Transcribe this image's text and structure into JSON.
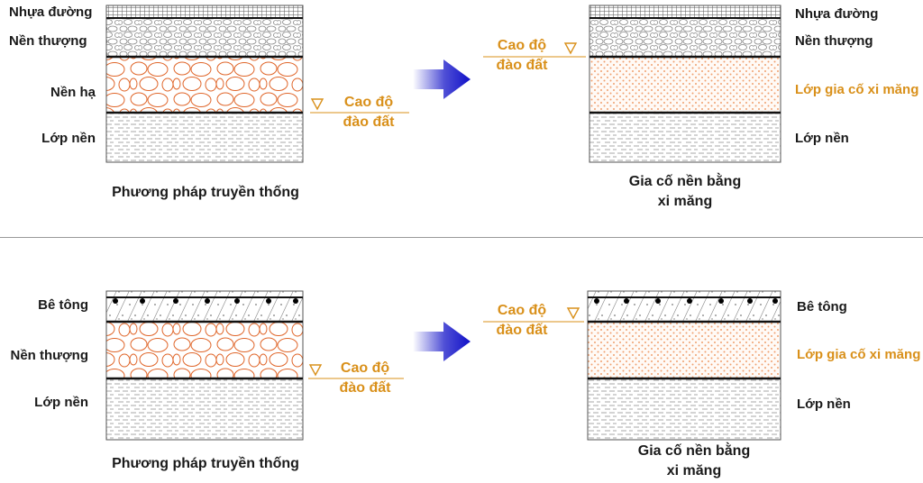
{
  "top": {
    "left": {
      "layers": [
        "Nhựa đường",
        "Nền thượng",
        "Nền hạ",
        "Lớp nền"
      ],
      "caption": "Phương pháp truyền thống",
      "excavation": [
        "Cao độ",
        "đào đất"
      ]
    },
    "right": {
      "layers": [
        "Nhựa đường",
        "Nền thượng",
        "Lớp gia cố xi măng",
        "Lớp nền"
      ],
      "caption": [
        "Gia cố nền bằng",
        "xi măng"
      ],
      "excavation": [
        "Cao độ",
        "đào đất"
      ]
    }
  },
  "bottom": {
    "left": {
      "layers": [
        "Bê tông",
        "Nền thượng",
        "Lớp nền"
      ],
      "caption": "Phương pháp truyền thống",
      "excavation": [
        "Cao độ",
        "đào đất"
      ]
    },
    "right": {
      "layers": [
        "Bê tông",
        "Lớp gia cố xi măng",
        "Lớp nền"
      ],
      "caption": [
        "Gia cố nền bằng",
        "xi măng"
      ],
      "excavation": [
        "Cao độ",
        "đào đất"
      ]
    }
  },
  "colors": {
    "accent": "#d9901a",
    "subgrade_stones": "#e0662a",
    "cement_dots": "#f0a070",
    "arrow": "#1414c8",
    "line": "#111111"
  },
  "icons": [
    "excavation-level-triangle-icon",
    "direction-arrow-icon"
  ]
}
